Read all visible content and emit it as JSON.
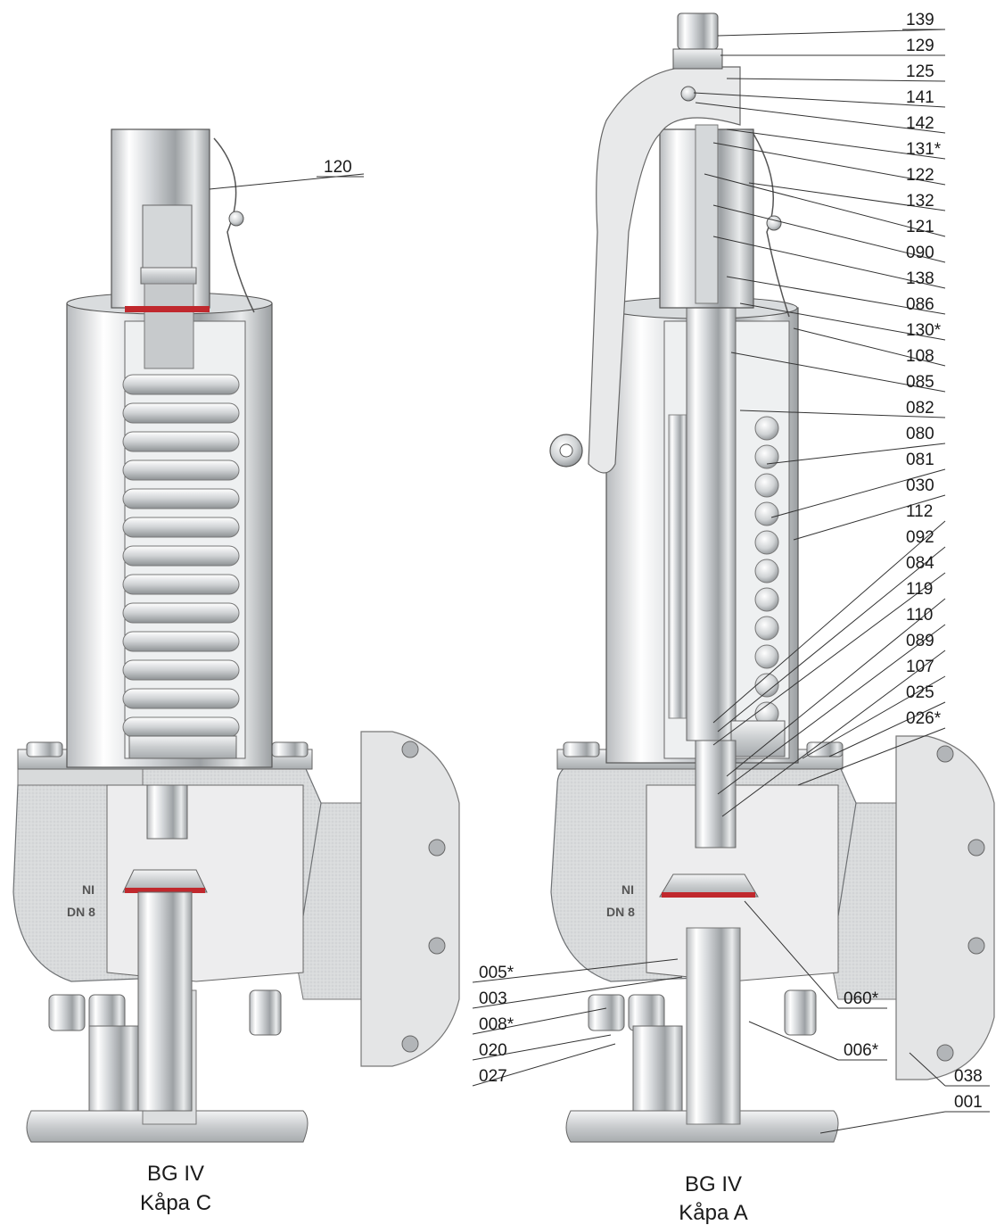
{
  "figure": {
    "left_caption": [
      "BG IV",
      "Kåpa C"
    ],
    "right_caption": [
      "BG IV",
      "Kåpa A"
    ],
    "body_marking": [
      "NI",
      "DN 8"
    ],
    "left_callouts": [
      "120"
    ],
    "right_column_callouts": [
      "139",
      "129",
      "125",
      "141",
      "142",
      "131*",
      "122",
      "132",
      "121",
      "090",
      "138",
      "086",
      "130*",
      "108",
      "085",
      "082",
      "080",
      "081",
      "030",
      "112",
      "092",
      "084",
      "119",
      "110",
      "089",
      "107",
      "025",
      "026*"
    ],
    "bottom_left_callouts": [
      "005*",
      "003",
      "008*",
      "020",
      "027"
    ],
    "inner_right_callouts": [
      "060*",
      "006*"
    ],
    "bottom_right_callouts": [
      "038",
      "001"
    ],
    "colors": {
      "metal_light": "#e6e8ea",
      "metal_mid": "#c4c7ca",
      "metal_dark": "#8f9396",
      "seal_red": "#c0282d",
      "section": "#ececec"
    }
  }
}
